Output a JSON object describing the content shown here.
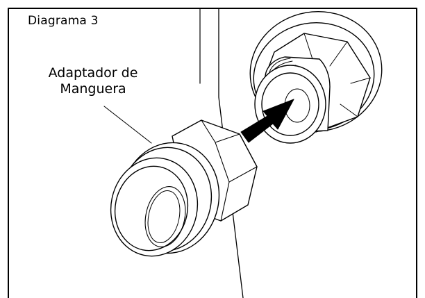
{
  "diagram": {
    "title": "Diagrama 3",
    "callout": {
      "line1": "Adaptador de",
      "line2": "Manguera"
    }
  },
  "colors": {
    "stroke": "#000000",
    "fill": "#ffffff"
  },
  "icons": {
    "direction_arrow": "arrow-icon"
  }
}
